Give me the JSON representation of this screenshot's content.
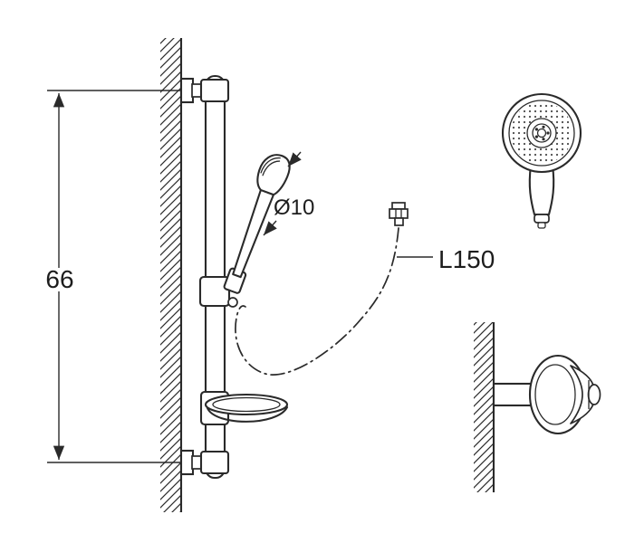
{
  "labels": {
    "rail_height": "66",
    "handle_diameter": "Ø10",
    "hose_length": "L150"
  },
  "colors": {
    "line": "#2a2a2a",
    "background": "#ffffff"
  }
}
